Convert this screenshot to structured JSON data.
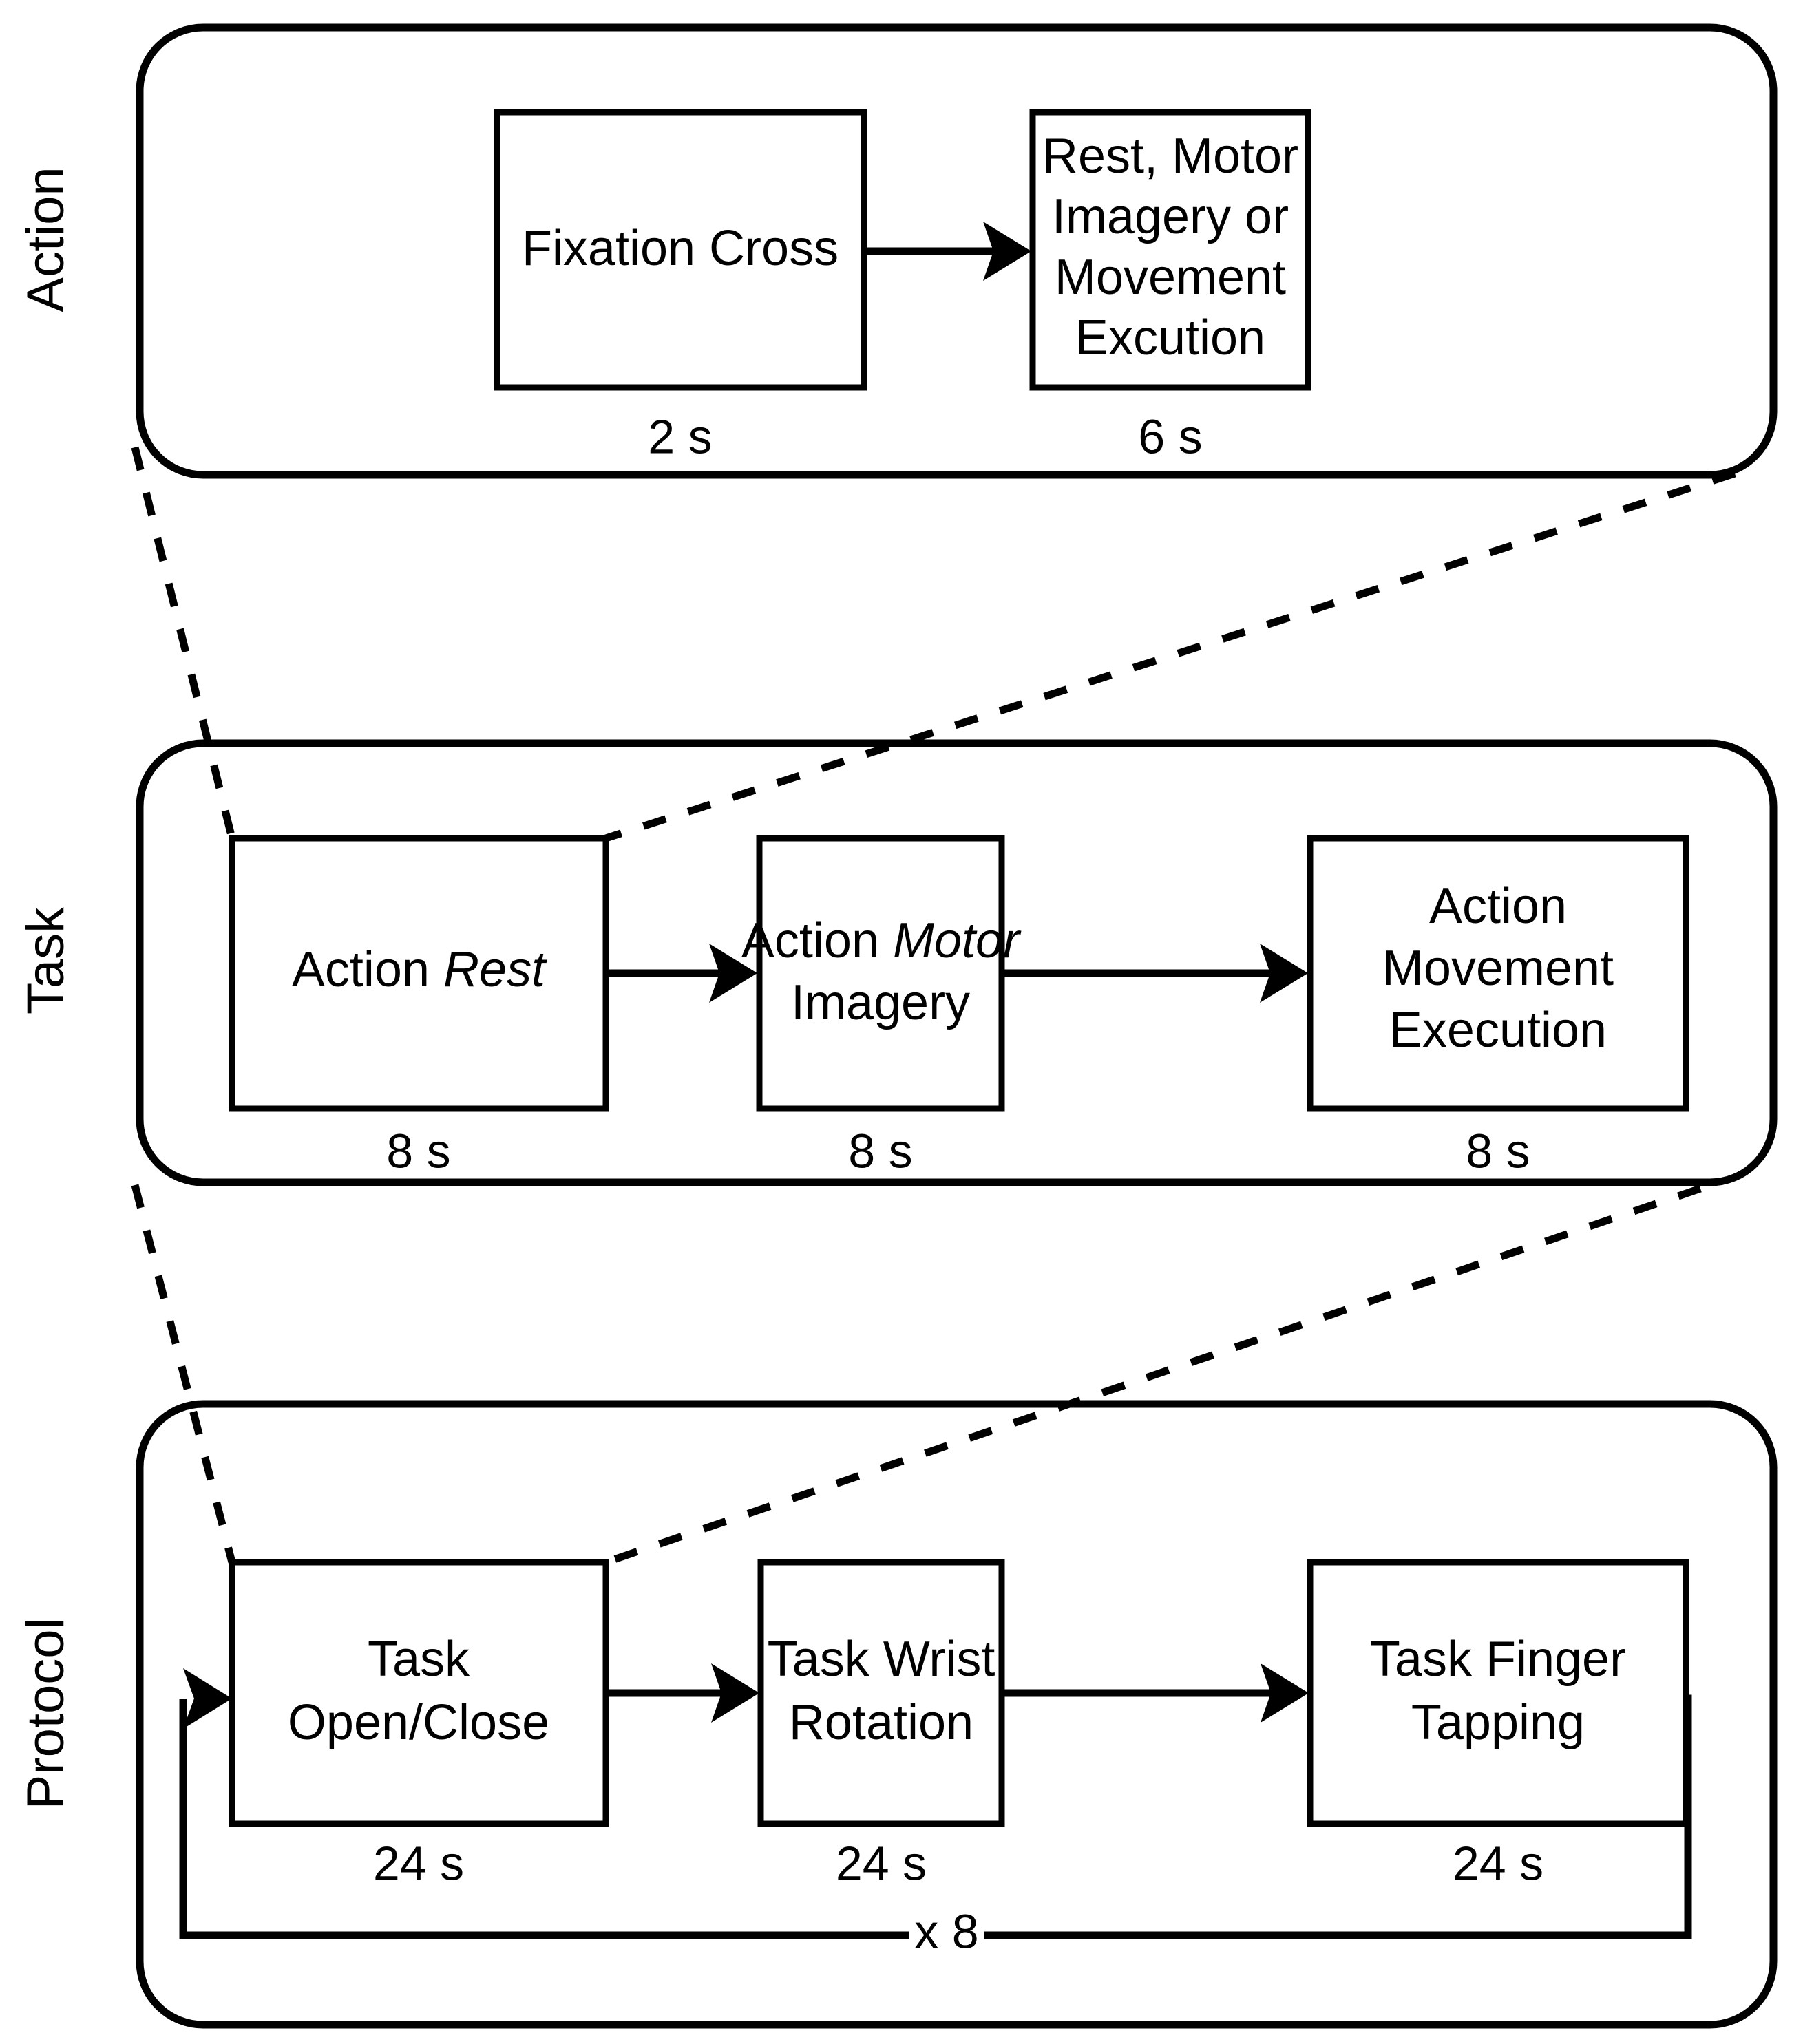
{
  "figure": {
    "type": "experiment-protocol-flow-diagram",
    "levels": [
      {
        "id": "action",
        "side_label": "Action",
        "steps": [
          {
            "label": "Fixation Cross",
            "label_italic": "",
            "duration": "2 s"
          },
          {
            "label": "Rest, Motor Imagery or Movement Excution",
            "label_italic": "",
            "duration": "6 s"
          }
        ]
      },
      {
        "id": "task",
        "side_label": "Task",
        "steps": [
          {
            "label": "Action ",
            "label_italic": "Rest",
            "duration": "8 s"
          },
          {
            "label": "Action ",
            "label_italic": "Motor Imagery",
            "duration": "8 s"
          },
          {
            "label": "Action ",
            "label_italic": "Movement Execution",
            "duration": "8 s"
          }
        ]
      },
      {
        "id": "protocol",
        "side_label": "Protocol",
        "steps": [
          {
            "label": "Task Open/Close",
            "label_italic": "",
            "duration": "24 s"
          },
          {
            "label": "Task Wrist Rotation",
            "label_italic": "",
            "duration": "24 s"
          },
          {
            "label": "Task Finger Tapping",
            "label_italic": "",
            "duration": "24 s"
          }
        ],
        "loop_label": "x 8"
      }
    ],
    "text": {
      "action_label": "Action",
      "task_label": "Task",
      "protocol_label": "Protocol",
      "fixation_cross": "Fixation Cross",
      "fixation_cross_duration": "2 s",
      "rest_mi_me_line1": "Rest, Motor",
      "rest_mi_me_line2": "Imagery or",
      "rest_mi_me_line3": "Movement",
      "rest_mi_me_line4": "Excution",
      "rest_mi_me_duration": "6 s",
      "action_rest_plain": "Action ",
      "action_rest_italic": "Rest",
      "action_rest_duration": "8 s",
      "action_mi_line1_plain": "Action ",
      "action_mi_line1_italic": "Motor",
      "action_mi_line2_italic": "Imagery",
      "action_mi_duration": "8 s",
      "action_me_line1_plain": "Action",
      "action_me_line2_italic": "Movement",
      "action_me_line3_italic": "Execution",
      "action_me_duration": "8 s",
      "task_open_close_line1": "Task",
      "task_open_close_line2": "Open/Close",
      "task_open_close_duration": "24 s",
      "task_wrist_line1": "Task Wrist",
      "task_wrist_line2": "Rotation",
      "task_wrist_duration": "24 s",
      "task_finger_line1": "Task Finger",
      "task_finger_line2": "Tapping",
      "task_finger_duration": "24 s",
      "loop_repeat": "x 8"
    },
    "colors": {
      "stroke": "#000000",
      "background": "#ffffff"
    }
  }
}
